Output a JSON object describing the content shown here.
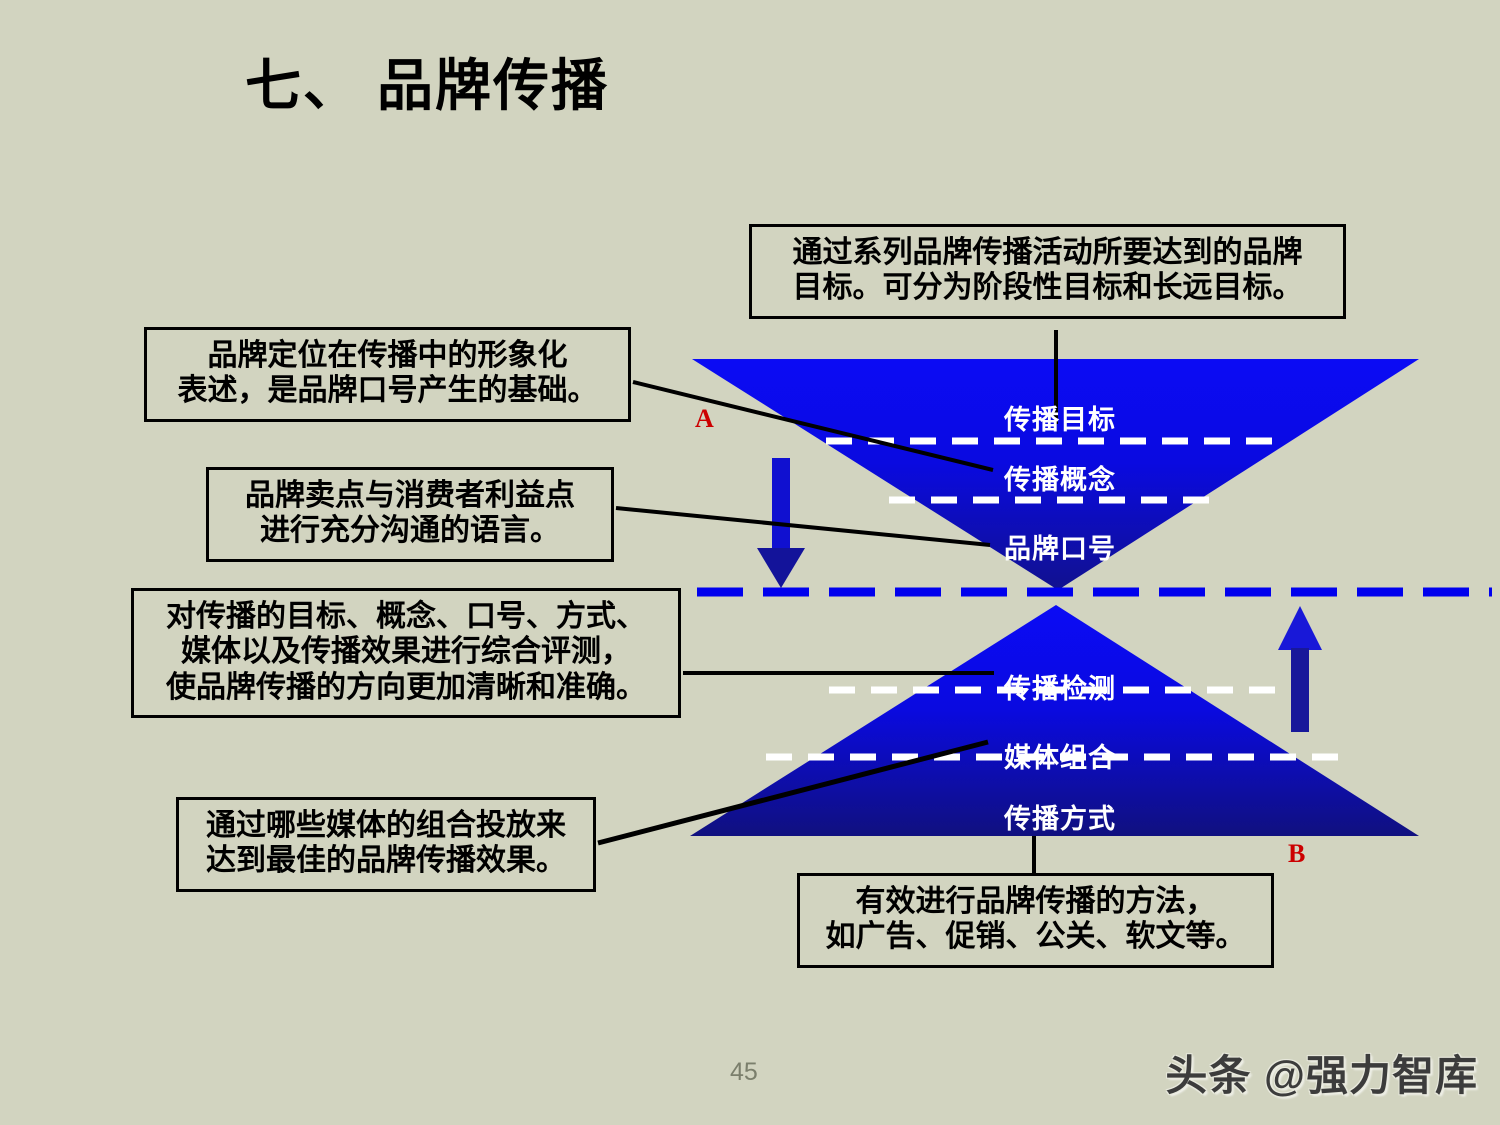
{
  "slide": {
    "title": "七、 品牌传播",
    "page_number": "45",
    "watermark": "头条 @强力智库",
    "background_color": "#d2d4c0"
  },
  "colors": {
    "triangle_top": "#0000ee",
    "triangle_bottom": "#000080",
    "marker_red": "#cc0000",
    "arrow_blue": "#0000ee",
    "divider_white": "#ffffff",
    "divider_blue": "#0000ee",
    "text_black": "#000000",
    "tier_text_white": "#ffffff"
  },
  "callouts": [
    {
      "name": "goal",
      "text": "通过系列品牌传播活动所要达到的品牌\n目标。可分为阶段性目标和长远目标。"
    },
    {
      "name": "concept",
      "text": "品牌定位在传播中的形象化\n表述，是品牌口号产生的基础。"
    },
    {
      "name": "slogan",
      "text": "品牌卖点与消费者利益点\n进行充分沟通的语言。"
    },
    {
      "name": "monitor",
      "text": "对传播的目标、概念、口号、方式、\n媒体以及传播效果进行综合评测，\n使品牌传播的方向更加清晰和准确。"
    },
    {
      "name": "media",
      "text": "通过哪些媒体的组合投放来\n达到最佳的品牌传播效果。"
    },
    {
      "name": "method",
      "text": "有效进行品牌传播的方法，\n如广告、促销、公关、软文等。"
    }
  ],
  "upper_pyramid": {
    "marker": "A",
    "tiers": [
      {
        "name": "goal",
        "label": "传播目标"
      },
      {
        "name": "concept",
        "label": "传播概念"
      },
      {
        "name": "slogan",
        "label": "品牌口号"
      }
    ]
  },
  "lower_pyramid": {
    "marker": "B",
    "tiers": [
      {
        "name": "detection",
        "label": "传播检测"
      },
      {
        "name": "media-mix",
        "label": "媒体组合"
      },
      {
        "name": "mode",
        "label": "传播方式"
      }
    ]
  }
}
